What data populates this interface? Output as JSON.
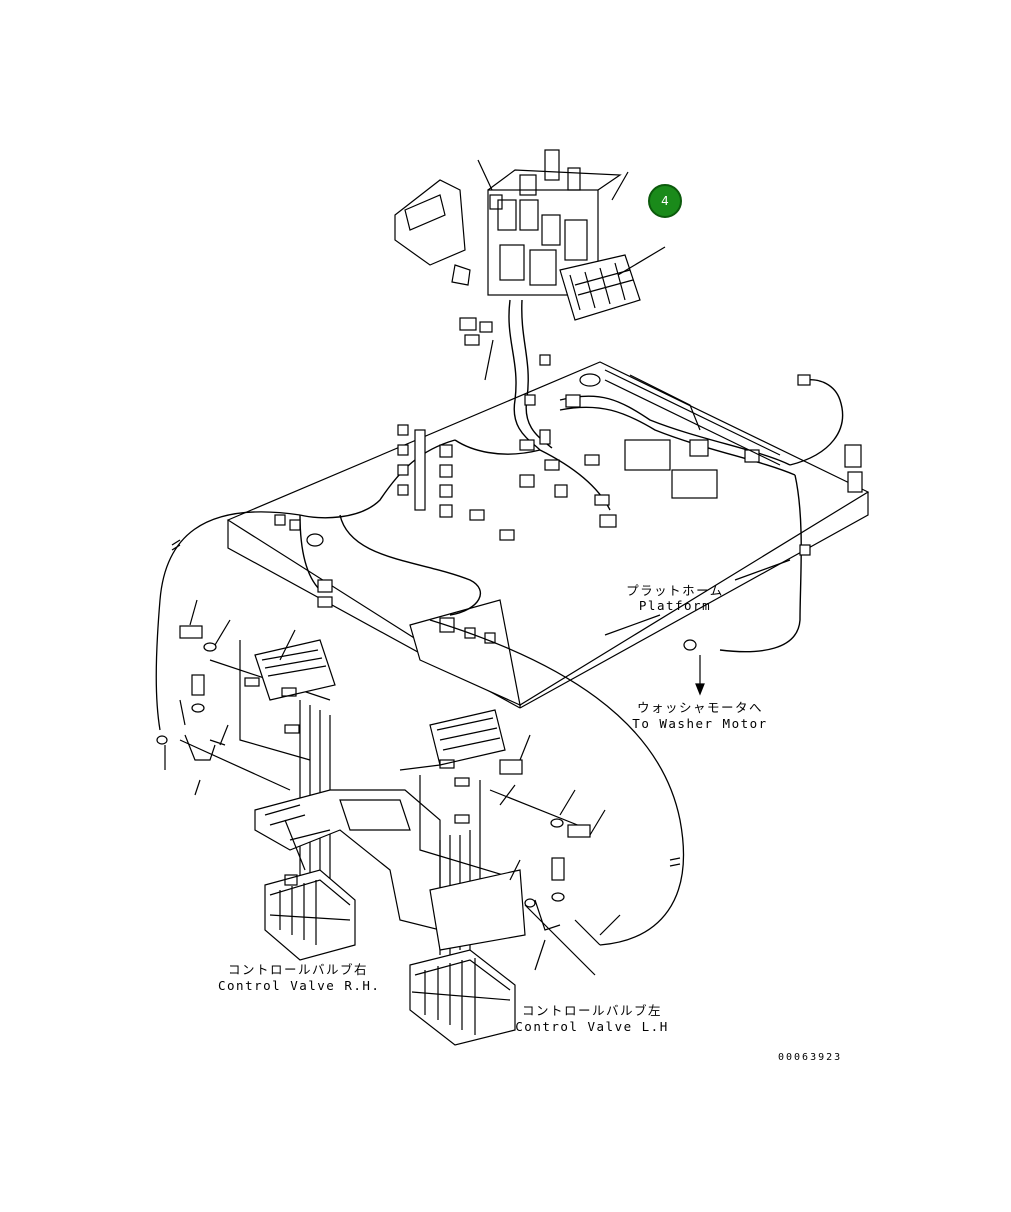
{
  "callout": {
    "number": "4"
  },
  "labels": {
    "platform_jp": "プラットホーム",
    "platform_en": "Platform",
    "washer_jp": "ウォッシャモータへ",
    "washer_en": "To Washer Motor",
    "cv_rh_jp": "コントロールバルブ右",
    "cv_rh_en": "Control Valve R.H.",
    "cv_lh_jp": "コントロールバルブ左",
    "cv_lh_en": "Control Valve L.H"
  },
  "drawing_code": "00063923",
  "colors": {
    "callout_fill": "#1a8a1a",
    "line": "#000000"
  }
}
